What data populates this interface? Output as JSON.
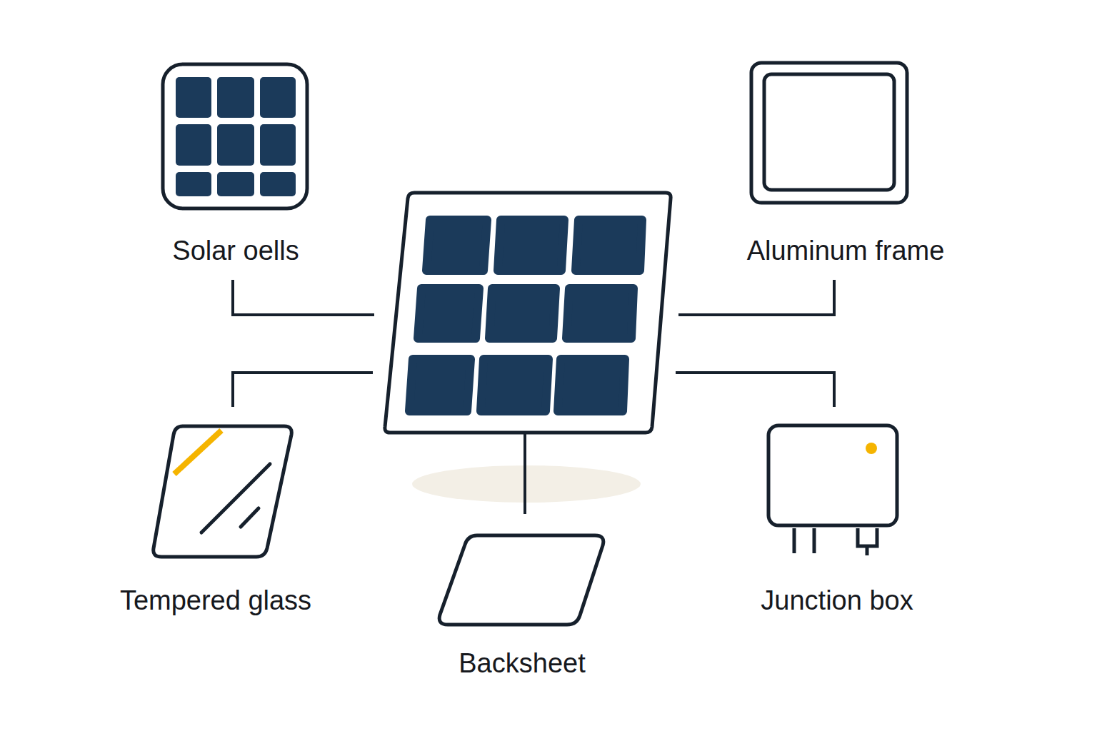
{
  "diagram": {
    "labels": [
      "Solar oells",
      "Aluminum frame",
      "Tempered glass",
      "Backsheet",
      "Junction box"
    ]
  }
}
